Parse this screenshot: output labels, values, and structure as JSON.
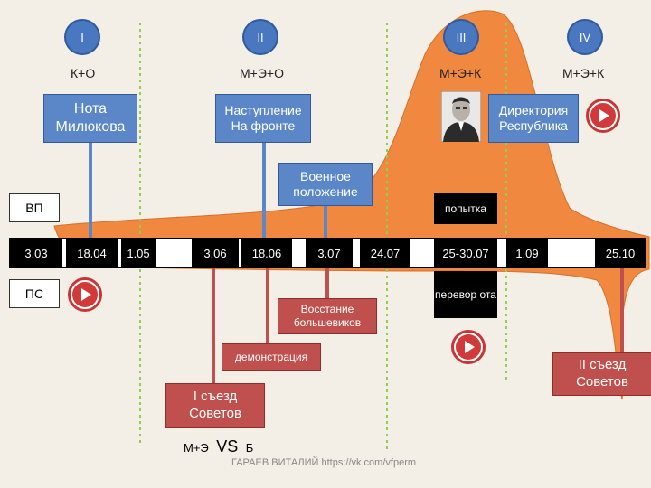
{
  "phases": [
    "I",
    "II",
    "III",
    "IV"
  ],
  "parties": [
    "К+О",
    "М+Э+О",
    "М+Э+К",
    "М+Э+К"
  ],
  "blue_boxes": {
    "nota": "Нота Милюкова",
    "nastuplenie": "Наступление На фронте",
    "voennoe": "Военное положение",
    "directoria": "Директория Республика"
  },
  "side_labels": {
    "vp": "ВП",
    "ps": "ПС"
  },
  "dates": [
    "3.03",
    "18.04",
    "1.05",
    "3.06",
    "18.06",
    "3.07",
    "24.07",
    "25-30.07",
    "1.09",
    "25.10"
  ],
  "black_labels": {
    "popytka": "попытка",
    "perevorot": "перевор ота"
  },
  "red_boxes": {
    "vosstanie": "Восстание большевиков",
    "demonstratsia": "демонстрация",
    "syezd1": "I съезд Советов",
    "syezd2": "II съезд Советов"
  },
  "versus": {
    "left": "М+Э",
    "vs": "VS",
    "right": "Б"
  },
  "footer": "ГАРАЕВ ВИТАЛИЙ https://vk.com/vfperm",
  "colors": {
    "wave": "#f0893f",
    "blue": "#5b87c8",
    "red": "#c0504d",
    "phase": "#4a78c0",
    "timeline": "#000000",
    "dashed": "#8fd14f"
  },
  "icons": [
    "play-icon",
    "portrait-icon"
  ]
}
